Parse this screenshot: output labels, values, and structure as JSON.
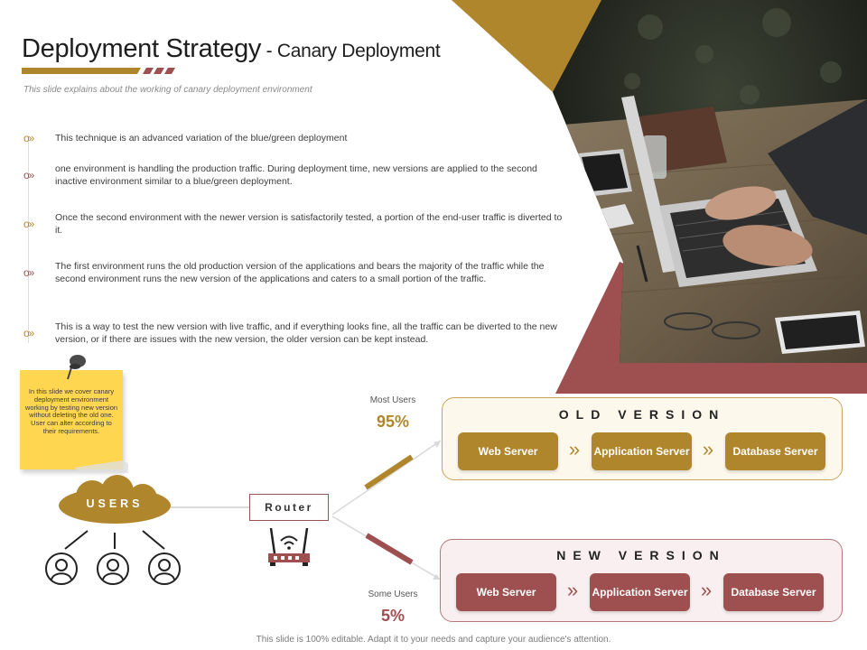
{
  "slide": {
    "title_main": "Deployment Strategy",
    "title_sep": " - ",
    "title_sub": "Canary Deployment",
    "subtitle": "This slide explains about the working of canary deployment environment",
    "bullet_glyph": "o»",
    "bullets": [
      "This technique is an advanced variation  of the blue/green deployment",
      "one environment is handling the production traffic. During deployment time, new versions are applied to the second inactive  environment similar  to a blue/green deployment.",
      "Once the second environment with the newer version is satisfactorily  tested, a portion of the end-user traffic is diverted to it.",
      "The first environment runs the old production version of the applications  and bears the majority of the traffic  while the second environment runs the new version of the applications  and caters to a small portion of the traffic.",
      "This is a way to test the new version with live traffic,  and if everything looks fine, all the traffic  can be diverted to the new version, or if there are issues with the new version, the older version can be kept instead."
    ],
    "sticky_note": "In this slide we cover canary deployment environment working by testing new version without deleting the old one. User can alter according to their requirements.",
    "users_label": "USERS",
    "router_label": "Router",
    "most_users": {
      "label": "Most Users",
      "value": "95%"
    },
    "some_users": {
      "label": "Some Users",
      "value": "5%"
    },
    "chevron_glyph": "»",
    "old_version": {
      "title": "OLD VERSION",
      "boxes": [
        "Web Server",
        "Application Server",
        "Database Server"
      ]
    },
    "new_version": {
      "title": "NEW VERSION",
      "boxes": [
        "Web Server",
        "Application Server",
        "Database Server"
      ]
    },
    "footer": "This slide is 100% editable.  Adapt it to your needs and capture your audience's attention."
  },
  "colors": {
    "gold": "#b0862c",
    "maroon": "#9e4f50",
    "note_yellow": "#ffd64f"
  },
  "icons": [
    "pushpin-icon",
    "user-icon",
    "wifi-router-icon",
    "chevron-right-icon"
  ],
  "photo": "laptop-typing-hands-photo"
}
